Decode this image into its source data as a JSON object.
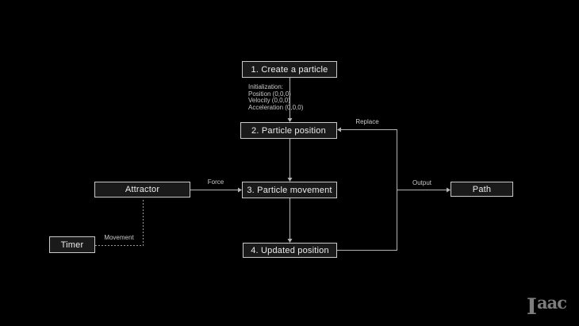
{
  "colors": {
    "background": "#000000",
    "node_fill": "#1a1a1a",
    "node_border": "#c9c9c9",
    "node_text": "#ededed",
    "connector_line": "#b4b4b4",
    "edge_label_text": "#c9c9c9",
    "logo_text": "#7d7d7d"
  },
  "diagram": {
    "nodes": {
      "create_particle": "1. Create a particle",
      "particle_position": "2. Particle position",
      "particle_movement": "3. Particle movement",
      "updated_position": "4. Updated position",
      "attractor": "Attractor",
      "timer": "Timer",
      "path": "Path"
    },
    "edge_labels": {
      "force": "Force",
      "movement": "Movement",
      "replace": "Replace",
      "output": "Output"
    },
    "initialization_note": {
      "lines": [
        "Initialization:",
        "Position (0,0,0)",
        "Velocity (0,0,0)",
        "Acceleration (0,0,0)"
      ]
    }
  },
  "logo": {
    "part1": "I",
    "part2": "aac"
  }
}
